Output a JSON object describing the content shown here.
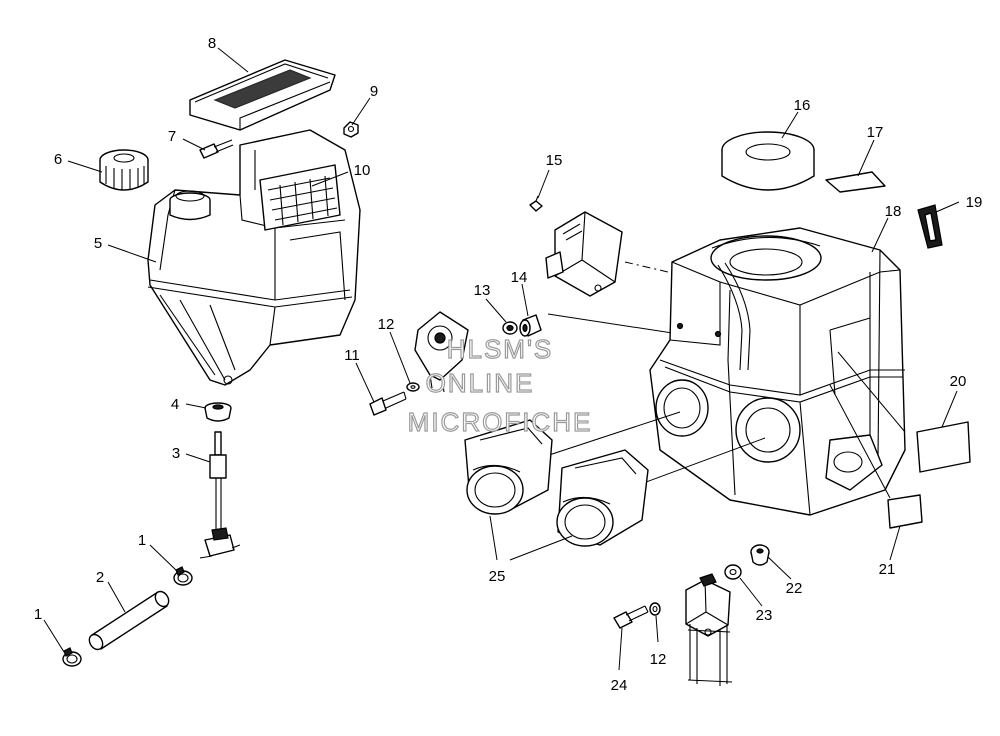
{
  "diagram": {
    "callouts": {
      "c1a": "1",
      "c1b": "1",
      "c2": "2",
      "c3": "3",
      "c4": "4",
      "c5": "5",
      "c6": "6",
      "c7": "7",
      "c8": "8",
      "c9": "9",
      "c10": "10",
      "c11": "11",
      "c12a": "12",
      "c12b": "12",
      "c13": "13",
      "c14": "14",
      "c15": "15",
      "c16": "16",
      "c17": "17",
      "c18": "18",
      "c19": "19",
      "c20": "20",
      "c21": "21",
      "c22": "22",
      "c23": "23",
      "c24": "24",
      "c25": "25"
    },
    "watermark": {
      "line1": "HLSM'S",
      "line2": "ONLINE",
      "line3": "MICROFICHE"
    }
  }
}
